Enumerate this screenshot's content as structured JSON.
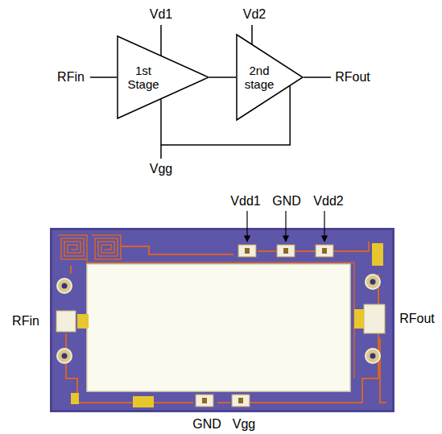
{
  "diagram": {
    "nodes": [
      {
        "text": [
          "1st Stage"
        ]
      },
      {
        "text": [
          "2nd stage"
        ]
      }
    ],
    "edges": [
      {
        "from": 0,
        "to": 1,
        "arrow": "none"
      },
      {
        "from": 0,
        "to": 1,
        "arrow": "none"
      }
    ],
    "labels": [
      "Vd1",
      "Vd2",
      "RFin",
      "RFout",
      "Vgg",
      "Vdd1",
      "GND",
      "Vdd2",
      "RFin",
      "RFout",
      "GND",
      "Vgg"
    ]
  }
}
